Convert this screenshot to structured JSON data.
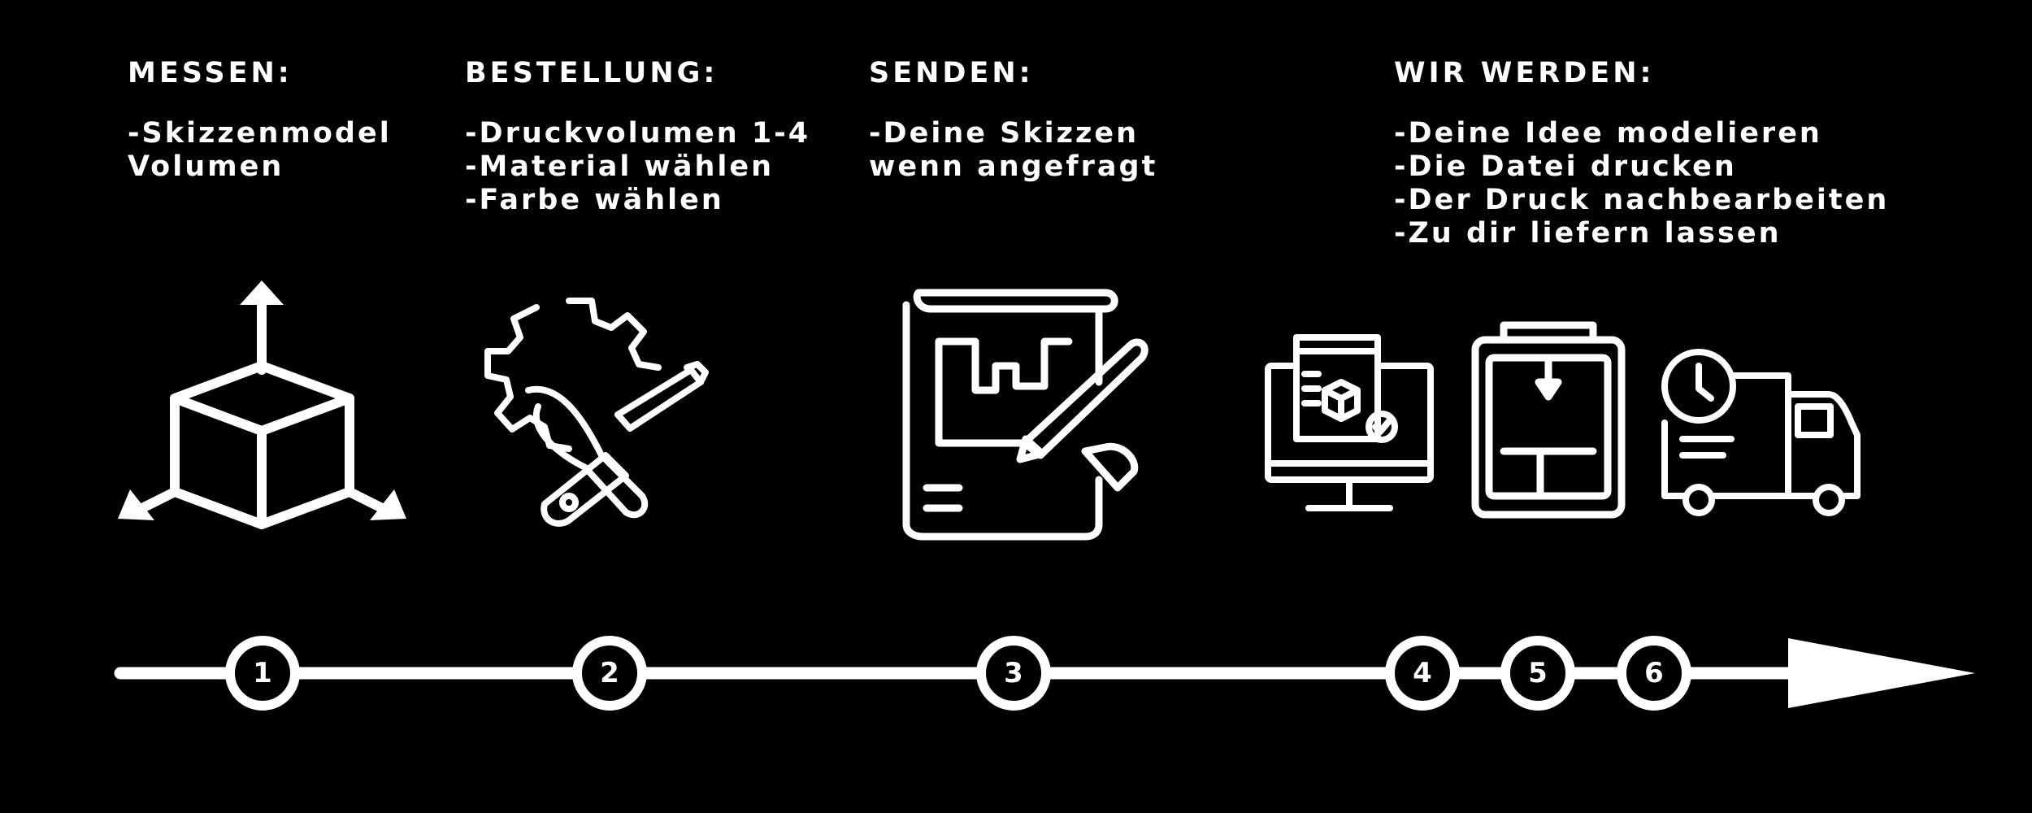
{
  "steps": [
    {
      "title": "MESSEN:",
      "lines": [
        "-Skizzenmodel",
        "Volumen"
      ],
      "number": "1",
      "icon": "3d-cube-axes-icon"
    },
    {
      "title": "BESTELLUNG:",
      "lines": [
        "-Druckvolumen 1-4",
        "-Material wählen",
        "-Farbe wählen"
      ],
      "number": "2",
      "icon": "gear-tools-icon"
    },
    {
      "title": "SENDEN:",
      "lines": [
        "-Deine Skizzen",
        "wenn angefragt"
      ],
      "number": "3",
      "icon": "sketch-pencil-icon"
    },
    {
      "title": "WIR WERDEN:",
      "lines": [
        "-Deine Idee modelieren",
        "-Die Datei drucken",
        "-Der Druck nachbearbeiten",
        "-Zu dir liefern lassen"
      ],
      "numbers": [
        "4",
        "5",
        "6"
      ],
      "icons": [
        "computer-model-icon",
        "3d-printer-icon",
        "delivery-truck-icon"
      ]
    }
  ],
  "colors": {
    "background": "#000000",
    "foreground": "#ffffff"
  }
}
